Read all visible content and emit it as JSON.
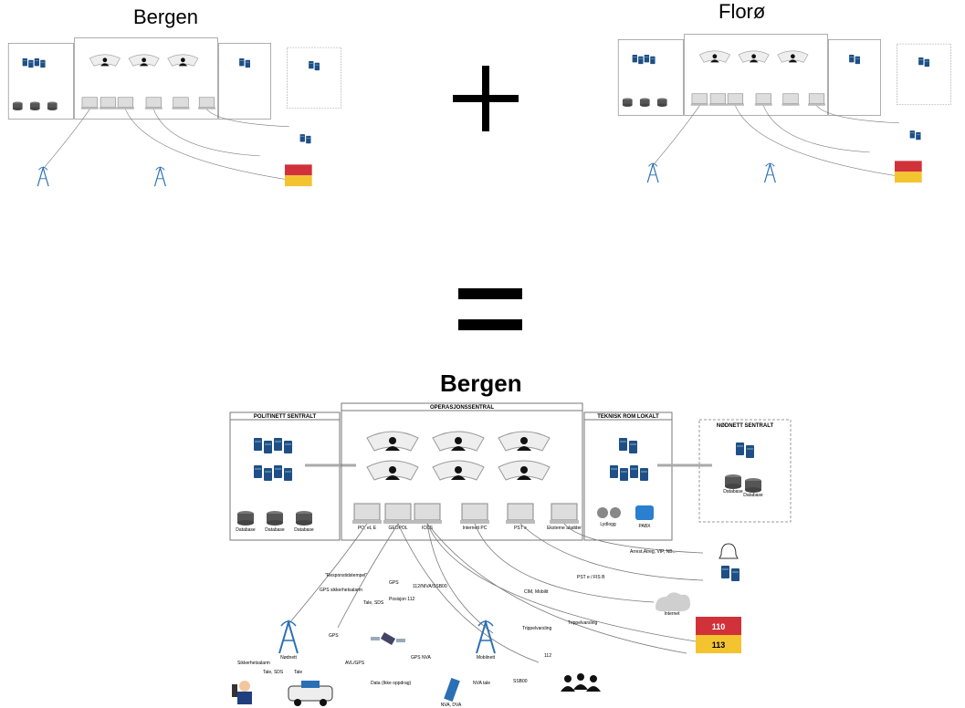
{
  "labels": {
    "left_city": "Bergen",
    "right_city": "Florø",
    "result_city": "Bergen"
  },
  "operators": {
    "plus": "+",
    "equals": "="
  },
  "diagram": {
    "sections": {
      "police_central": "POLITINETT SENTRALT",
      "ops_central": "OPERASJONSSENTRAL",
      "tech_room": "TEKNISK ROM LOKALT",
      "emergency_net": "NØDNETT SENTRALT"
    },
    "databases": [
      "Database",
      "Database",
      "Database"
    ],
    "emergency_databases": [
      "Database",
      "Database"
    ],
    "workstations": [
      "PO, eL E",
      "GEOPOL",
      "ICCS",
      "Internett PC",
      "PST e",
      "Eksterne aladder"
    ],
    "tech_items": [
      "Lydlogg",
      "PABX"
    ],
    "links": {
      "responstid": "\"Responstidstempel\"",
      "gps_alarm": "GPS sikkerhetsalarm",
      "gps": "GPS",
      "tale_sds": "Tale, SDS",
      "nvr": "112/NIVA/SSB00",
      "posisjon": "Posisjon 112",
      "cim": "CIM, Mobilit",
      "trippel": "Trippelvarsling",
      "trippel2": "Trippelvarsling",
      "arrest": "Arrest,Atreg, VIP, NB...",
      "pst": "PST e / FIS B",
      "internet": "Internet",
      "gps2": "GPS",
      "gps_nva": "GPS NVA",
      "avl": "AVL/GPS",
      "data": "Data (Ikke oppdrag)",
      "tale": "Tale",
      "sikkerhet": "Sikkerhetsalarm",
      "tale_sds2": "Tale, SDS",
      "nva_tale": "NVA tale",
      "ssb": "SSB00",
      "n112": "112",
      "nva_dva": "NVA, DVA"
    },
    "towers": [
      "Nødnett",
      "Mobilnett"
    ],
    "alarm_110": "110",
    "alarm_113": "113"
  },
  "colors": {
    "red": "#d1323a",
    "yellow": "#f3c430",
    "blue": "#1f4f86",
    "gray": "#c8c8c8"
  }
}
